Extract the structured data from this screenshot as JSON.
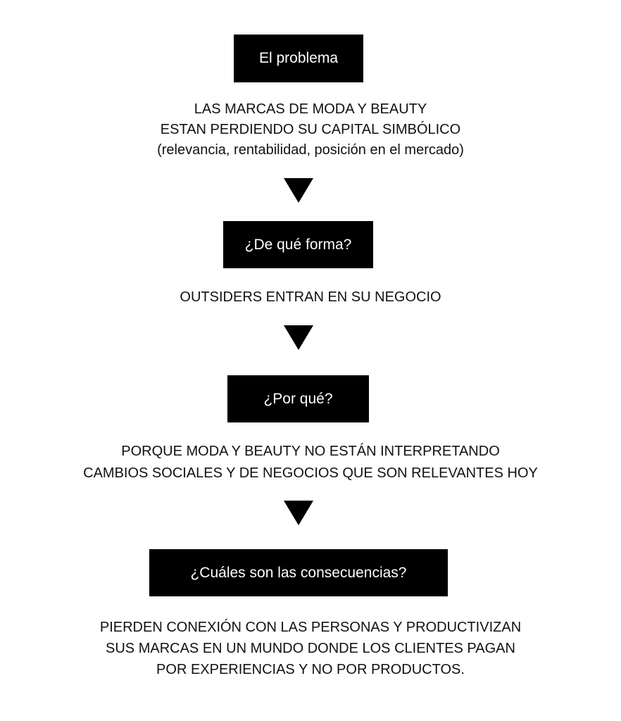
{
  "steps": [
    {
      "heading": "El problema",
      "text": "LAS MARCAS DE MODA Y BEAUTY\nESTAN PERDIENDO SU CAPITAL SIMBÓLICO\n(relevancia, rentabilidad, posición en el mercado)"
    },
    {
      "heading": "¿De qué forma?",
      "text": "OUTSIDERS ENTRAN EN SU NEGOCIO"
    },
    {
      "heading": "¿Por qué?",
      "text": "PORQUE MODA Y BEAUTY NO ESTÁN INTERPRETANDO\nCAMBIOS SOCIALES Y DE NEGOCIOS QUE SON RELEVANTES HOY"
    },
    {
      "heading": "¿Cuáles son las consecuencias?",
      "text": "PIERDEN CONEXIÓN CON LAS PERSONAS Y PRODUCTIVIZAN\nSUS MARCAS EN UN MUNDO DONDE LOS CLIENTES PAGAN\nPOR EXPERIENCIAS Y NO POR PRODUCTOS."
    }
  ]
}
